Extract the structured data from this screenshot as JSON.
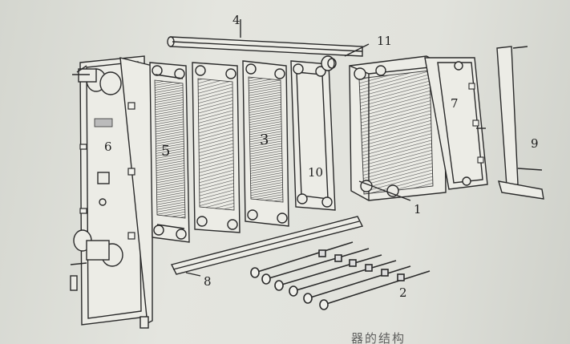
{
  "labels": {
    "frame_plate": "6",
    "plate_left": "5",
    "plate_right": "3",
    "carrying_bar_top": "4",
    "gasket_plate": "10",
    "connection": "11",
    "plate_pack": "1",
    "pressure_plate": "7",
    "support_column": "9",
    "guide_bar_bottom": "8",
    "tightening_bolts": "2"
  },
  "caption": "器的结构"
}
